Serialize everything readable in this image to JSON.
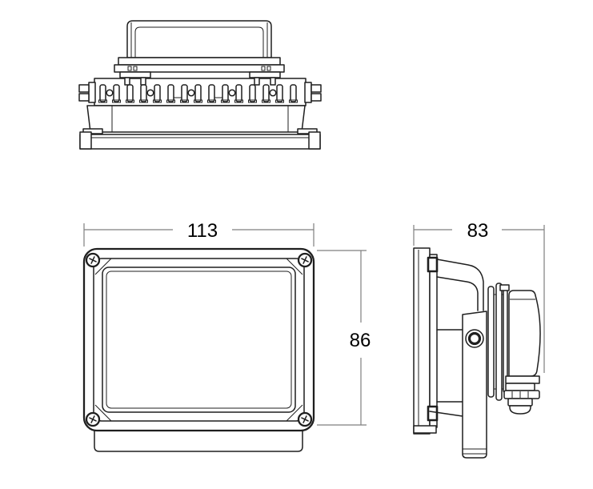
{
  "drawing": {
    "colors": {
      "line": "#1f1f1f",
      "dim": "#7f7f7f",
      "text": "#000000",
      "background": "#ffffff"
    },
    "dimensions": {
      "front_width": "113",
      "front_height": "86",
      "side_depth": "83"
    }
  }
}
